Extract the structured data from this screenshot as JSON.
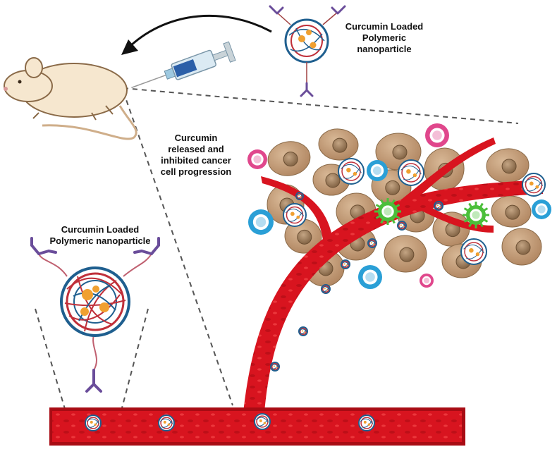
{
  "labels": {
    "top": [
      "Curcumin Loaded",
      "Polymeric",
      "nanoparticle"
    ],
    "middle": [
      "Curcumin",
      "released and",
      "inhibited cancer",
      "cell progression"
    ],
    "left": [
      "Curcumin Loaded",
      "Polymeric nanoparticle"
    ]
  },
  "colors": {
    "vessel": "#d8141f",
    "vessel_dark": "#a80c14",
    "tumor_cell": "#c19a74",
    "nucleus": "#9a7a5a",
    "immune_blue": "#2a9fd6",
    "immune_pink": "#e0478c",
    "immune_green": "#4bbf3a",
    "polymer_red": "#c0303a",
    "polymer_blue": "#1f5f8f",
    "drug_core": "#f0a030",
    "ligand": "#6a4d9a",
    "mouse_body": "#f6e7cf",
    "mouse_outline": "#8a6a48"
  },
  "icons": [
    "mouse-icon",
    "syringe-icon",
    "nanoparticle-icon",
    "antibody-icon",
    "tumor-cell-icon",
    "immune-cell-icon",
    "blood-vessel-icon",
    "arrow-icon"
  ]
}
